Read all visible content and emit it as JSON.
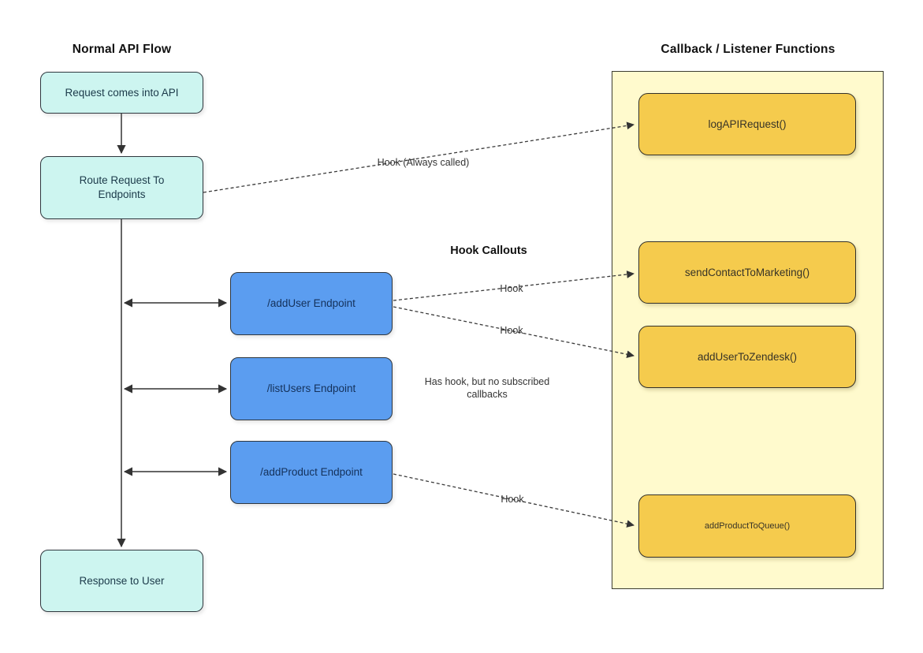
{
  "flow": {
    "title": "Normal API Flow",
    "nodes": [
      {
        "label": "Request comes into API"
      },
      {
        "label": "Route Request To Endpoints"
      },
      {
        "label": "Response to User"
      }
    ]
  },
  "endpoints": [
    {
      "label": "/addUser Endpoint"
    },
    {
      "label": "/listUsers Endpoint"
    },
    {
      "label": "/addProduct Endpoint"
    }
  ],
  "callbacks": {
    "title": "Callback / Listener Functions",
    "nodes": [
      {
        "label": "logAPIRequest()"
      },
      {
        "label": "sendContactToMarketing()"
      },
      {
        "label": "addUserToZendesk()"
      },
      {
        "label": "addProductToQueue()"
      }
    ]
  },
  "annotations": {
    "hook_always_called": "Hook (Always called)",
    "hook_callouts_title": "Hook Callouts",
    "hook_to_marketing": "Hook",
    "hook_to_zendesk": "Hook",
    "hook_to_queue": "Hook",
    "no_subscribed_callbacks": "Has hook, but no subscribed callbacks"
  },
  "colors": {
    "flow_node_fill": "#cdf5f0",
    "endpoint_node_fill": "#5b9df0",
    "panel_fill": "#fffacd",
    "callback_node_fill": "#f5cb4d",
    "connector_line": "#333333"
  }
}
